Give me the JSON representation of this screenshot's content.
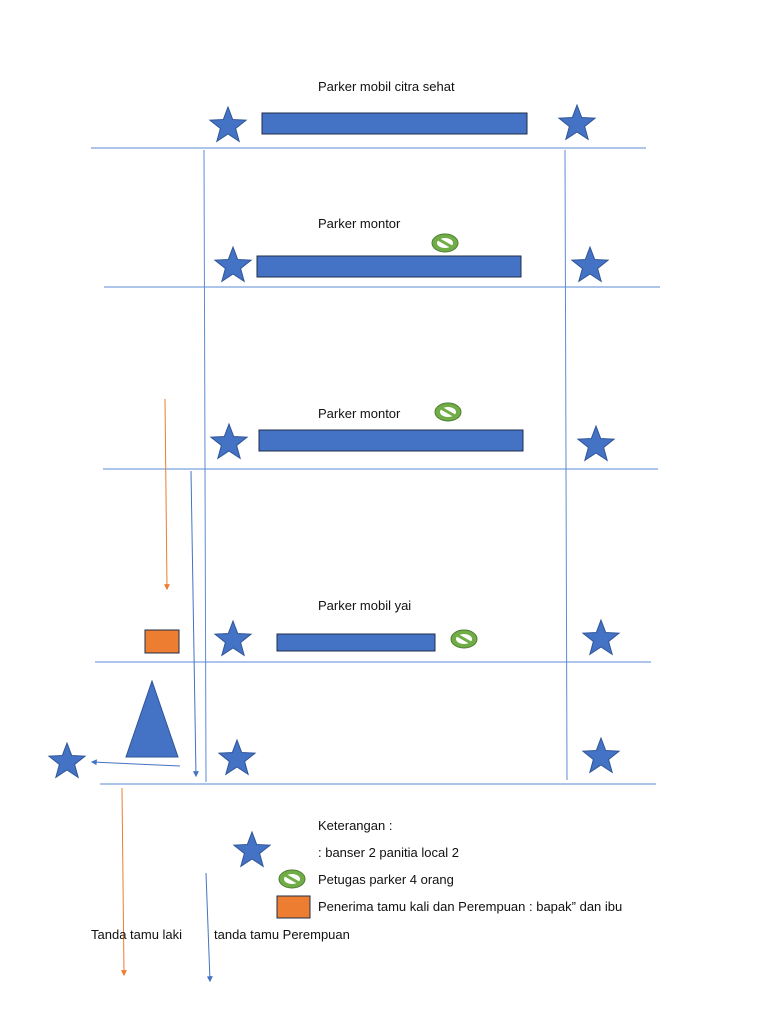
{
  "colors": {
    "blue_fill": "#4472c4",
    "blue_stroke": "#2f5597",
    "line_blue": "#5b8bd6",
    "orange": "#ed7d31",
    "orange_stroke": "#c55a11",
    "green": "#70ad47",
    "green_stroke": "#507e32",
    "text": "#111111"
  },
  "icons": {
    "star": "star-icon",
    "parking_officer": "no-sign-icon",
    "receptionist": "orange-rectangle",
    "sign": "triangle"
  },
  "zones": [
    {
      "label": "Parker mobil citra sehat"
    },
    {
      "label": "Parker montor"
    },
    {
      "label": "Parker montor"
    },
    {
      "label": "Parker mobil yai"
    }
  ],
  "legend": {
    "title": "Keterangan :",
    "star_text": ": banser 2 panitia local 2",
    "parking_text": "Petugas parker 4 orang",
    "receptionist_text": "Penerima tamu kali dan Perempuan : bapak” dan ibu"
  },
  "bottom_labels": {
    "male": "Tanda tamu laki",
    "female": "tanda tamu Perempuan"
  }
}
